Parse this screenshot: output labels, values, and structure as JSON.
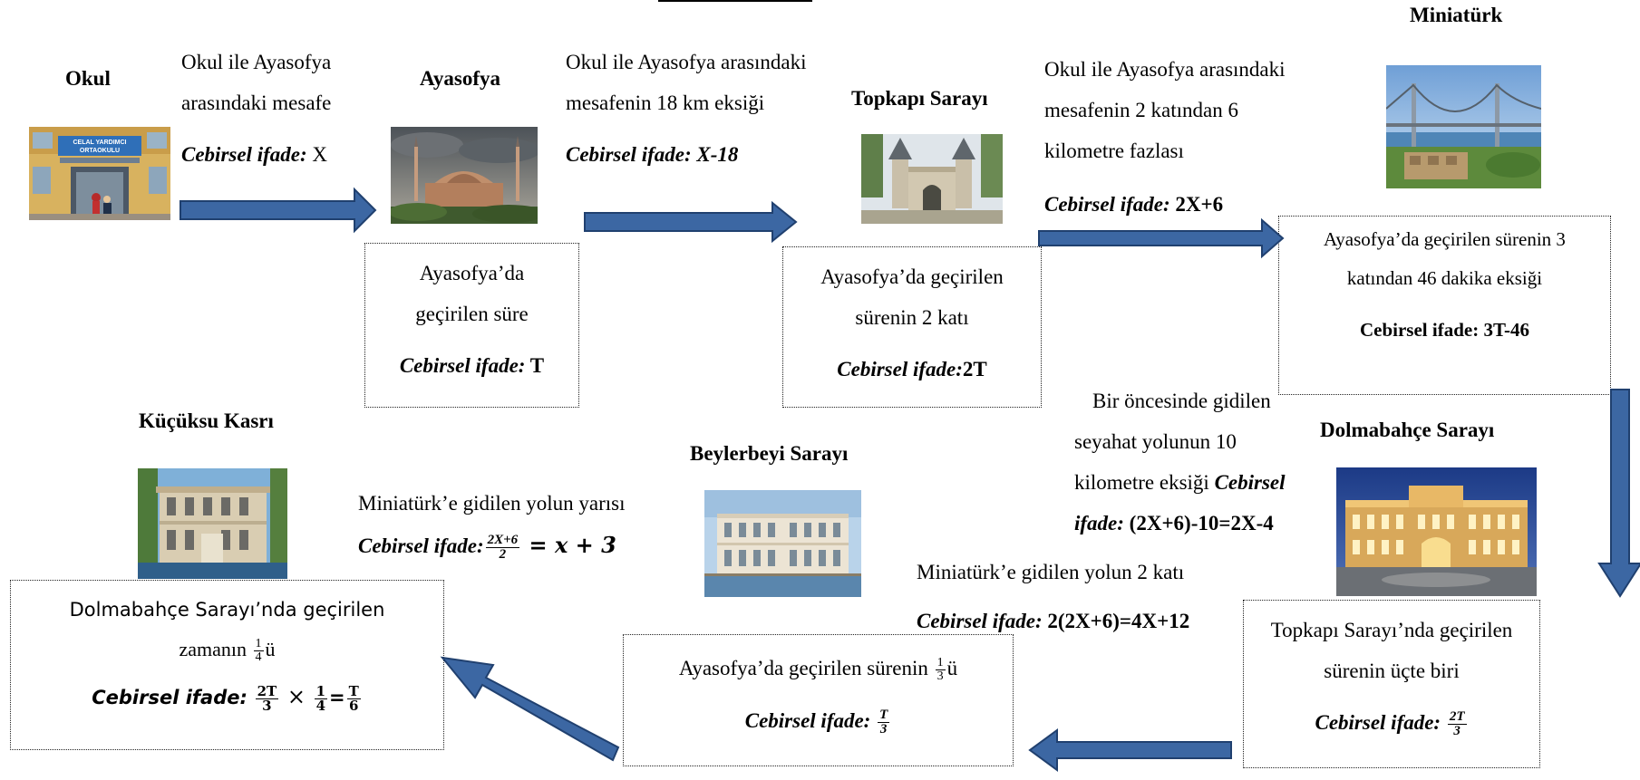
{
  "header": {
    "partial_title": ""
  },
  "nodes": {
    "okul": {
      "title": "Okul"
    },
    "ayasofya": {
      "title": "Ayasofya"
    },
    "topkapi": {
      "title": "Topkapı Sarayı"
    },
    "miniaturk": {
      "title": "Miniatürk"
    },
    "dolmabahce": {
      "title": "Dolmabahçe Sarayı"
    },
    "beylerbeyi": {
      "title": "Beylerbeyi Sarayı"
    },
    "kucuksu": {
      "title": "Küçüksu Kasrı"
    }
  },
  "images": {
    "okul_sign_line1": "CELAL YARDIMCI",
    "okul_sign_line2": "ORTAOKULU"
  },
  "distances": {
    "okul_ayasofya": {
      "line1": "Okul ile Ayasofya",
      "line2": "arasındaki mesafe",
      "label": "Cebirsel ifade:",
      "expr": " X"
    },
    "ayasofya_topkapi": {
      "line1": "Okul ile Ayasofya arasındaki",
      "line2": "mesafenin 18 km eksiği",
      "label": "Cebirsel ifade: X-18"
    },
    "topkapi_miniaturk": {
      "line1": "Okul ile Ayasofya arasındaki",
      "line2": "mesafenin 2 katından 6",
      "line3": "kilometre fazlası",
      "label": "Cebirsel ifade:",
      "expr": " 2X+6"
    },
    "miniaturk_dolmabahce": {
      "line1": "Bir öncesinde gidilen",
      "line2": "seyahat yolunun 10",
      "line3": "kilometre eksiği ",
      "label_a": "Cebirsel",
      "label_b": "ifade:",
      "expr": " (2X+6)-10=2X-4"
    },
    "dolmabahce_beylerbeyi": {
      "line1": "Miniatürk’e gidilen yolun 2 katı",
      "label": "Cebirsel ifade:",
      "expr": " 2(2X+6)=4X+12"
    },
    "beylerbeyi_kucuksu": {
      "line1": "Miniatürk’e gidilen yolun yarısı",
      "label": "Cebirsel ifade:",
      "frac_num": "2X+6",
      "frac_den": "2",
      "rest": " = x + 3"
    }
  },
  "times": {
    "ayasofya": {
      "line1": "Ayasofya’da",
      "line2": "geçirilen süre",
      "label": "Cebirsel ifade:",
      "expr": " T"
    },
    "topkapi": {
      "line1": "Ayasofya’da geçirilen",
      "line2": "sürenin 2 katı",
      "label": "Cebirsel ifade:",
      "expr": "2T"
    },
    "miniaturk": {
      "line1": "Ayasofya’da geçirilen sürenin 3",
      "line2": "katından 46 dakika eksiği",
      "label": "Cebirsel ifade: 3T-46"
    },
    "dolmabahce": {
      "line1": "Topkapı Sarayı’nda geçirilen",
      "line2": "sürenin üçte biri",
      "label": "Cebirsel ifade:",
      "frac_num": "2T",
      "frac_den": "3"
    },
    "beylerbeyi": {
      "line1": "Ayasofya’da geçirilen sürenin ",
      "frac_num": "1",
      "frac_den": "3",
      "suffix": "ü",
      "label": "Cebirsel ifade:",
      "expr_num": "T",
      "expr_den": "3"
    },
    "kucuksu": {
      "line1": "Dolmabahçe Sarayı’nda geçirilen",
      "line2": "zamanın ",
      "frac_num": "1",
      "frac_den": "4",
      "suffix": "ü",
      "label": "Cebirsel ifade:",
      "a_num": "2T",
      "a_den": "3",
      "times": " × ",
      "b_num": "1",
      "b_den": "4",
      "eq": "=",
      "c_num": "T",
      "c_den": "6"
    }
  },
  "colors": {
    "arrow_fill": "#3c67a3",
    "arrow_stroke": "#20406f"
  }
}
